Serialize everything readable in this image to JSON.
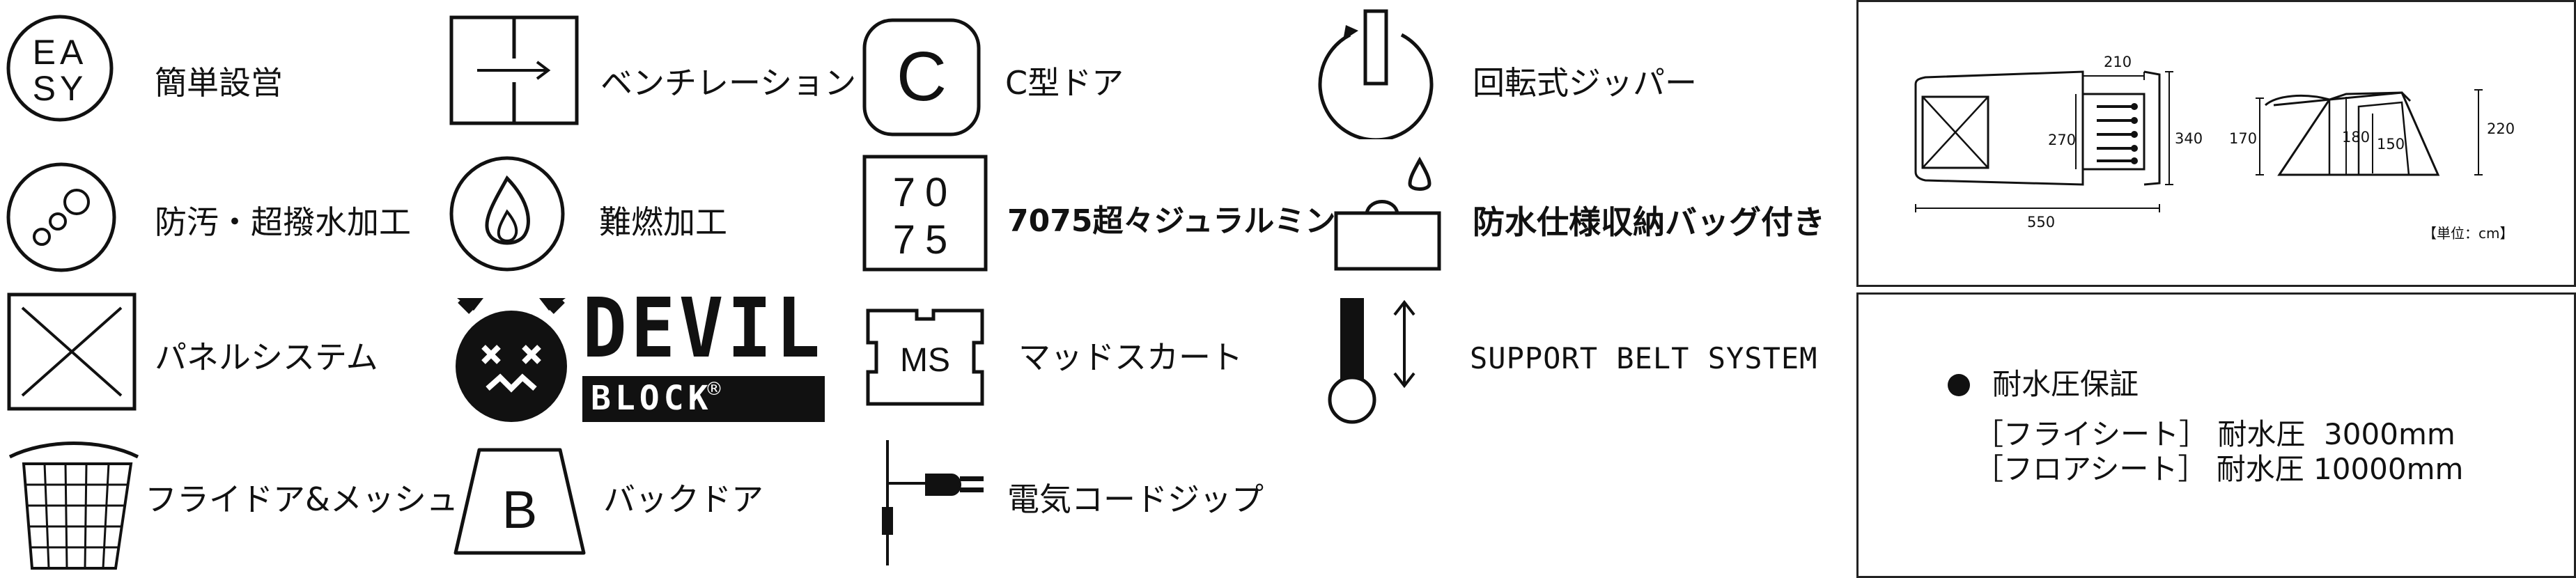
{
  "features": {
    "easy_setup": {
      "label": "簡単設営",
      "icon_text_line1": "EA",
      "icon_text_line2": "SY"
    },
    "ventilation": {
      "label": "ベンチレーション"
    },
    "c_door": {
      "label": "C型ドア",
      "icon_letter": "C"
    },
    "rotating_zipper": {
      "label": "回転式ジッパー"
    },
    "waterproof_coating": {
      "label": "防汚・超撥水加工"
    },
    "flame_retardant": {
      "label": "難燃加工"
    },
    "duralumin": {
      "label": "7075超々ジュラルミン",
      "icon_line1": "70",
      "icon_line2": "75"
    },
    "waterproof_bag": {
      "label": "防水仕様収納バッグ付き"
    },
    "panel_system": {
      "label": "パネルシステム"
    },
    "devil_block": {
      "title": "DEVIL",
      "subtitle": "BLOCK",
      "mark": "®"
    },
    "mud_skirt": {
      "label": "マッドスカート",
      "icon_text": "MS"
    },
    "support_belt": {
      "label": "SUPPORT BELT SYSTEM"
    },
    "fly_door_mesh": {
      "label": "フライドア&メッシュ"
    },
    "back_door": {
      "label": "バックドア",
      "icon_letter": "B"
    },
    "cord_zip": {
      "label": "電気コードジップ"
    }
  },
  "diagram": {
    "dims": {
      "inner_width": "210",
      "inner_depth": "270",
      "depth": "340",
      "length": "550",
      "front_height": "170",
      "inner_height": "180",
      "door_height": "150",
      "total_height": "220"
    },
    "unit_note": "【単位：cm】"
  },
  "specs": {
    "heading": "耐水圧保証",
    "fly_sheet": "［フライシート］ 耐水圧  3000mm",
    "floor_sheet": "［フロアシート］ 耐水圧 10000mm"
  }
}
